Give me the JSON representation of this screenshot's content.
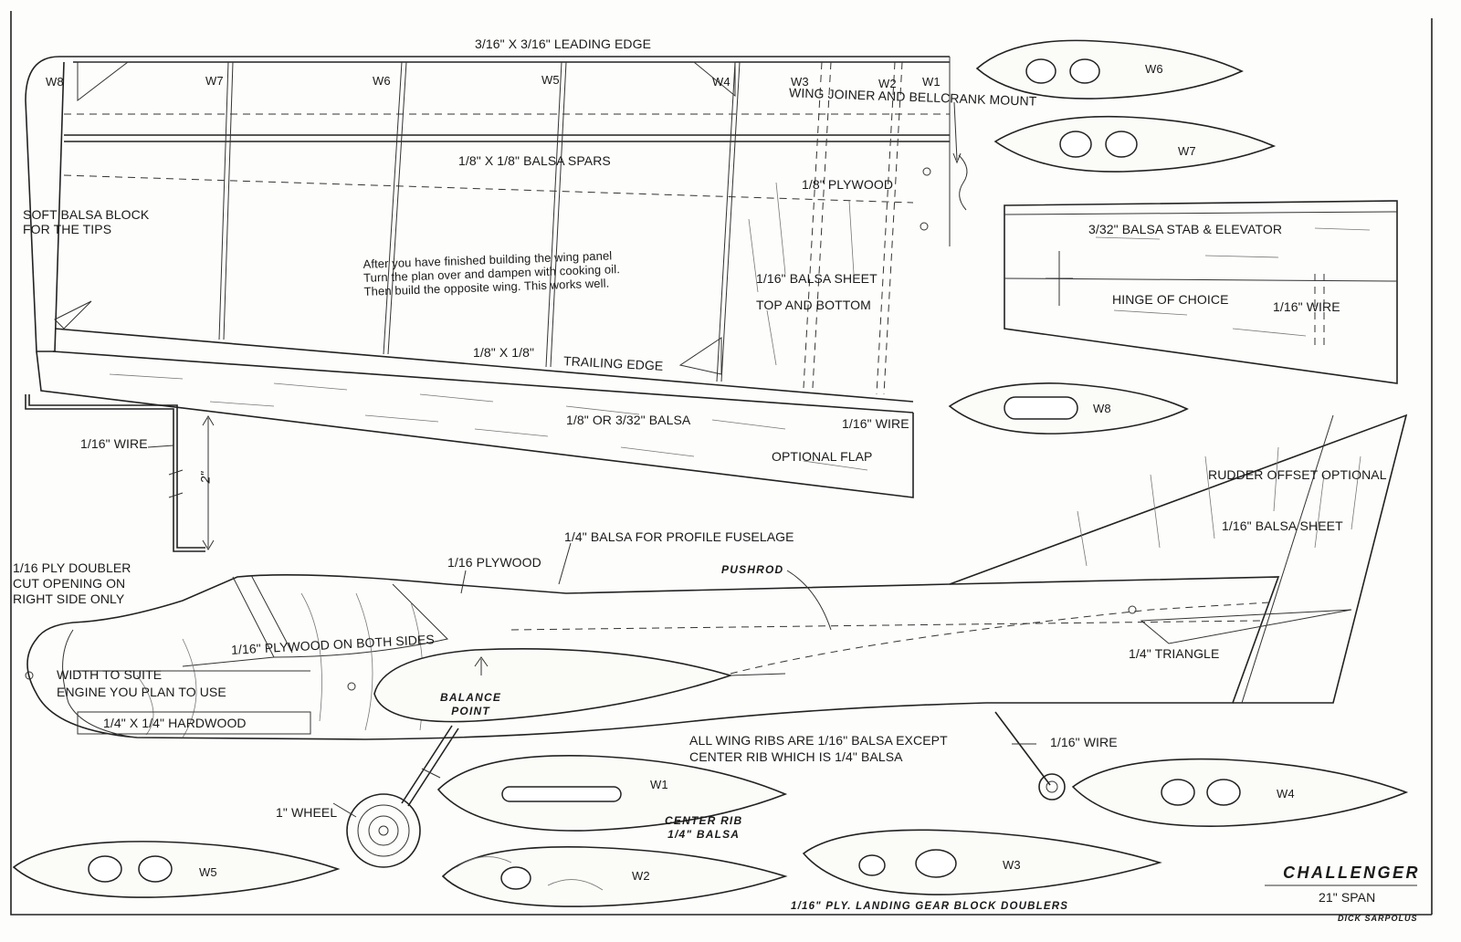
{
  "plan": {
    "wing": {
      "leading_edge": "3/16\" X 3/16\" LEADING EDGE",
      "wing_joiner": "WING JOINER  AND BELLCRANK MOUNT",
      "spars": "1/8\" X 1/8\" BALSA SPARS",
      "plywood": "1/8\" PLYWOOD",
      "tips": "SOFT BALSA BLOCK\nFOR THE TIPS",
      "note": "After you have finished building the wing panel\nTurn the plan over and dampen with cooking oil.\nThen build the opposite wing. This works well.",
      "sheet": "1/16\" BALSA SHEET",
      "top_bottom": "TOP AND BOTTOM",
      "trailing_size": "1/8\" X 1/8\"",
      "trailing_edge": "TRAILING EDGE",
      "flap_balsa": "1/8\" OR 3/32\" BALSA",
      "flap_wire": "1/16\" WIRE",
      "optional_flap": "OPTIONAL FLAP",
      "stations": [
        "W8",
        "W7",
        "W6",
        "W5",
        "W4",
        "W3",
        "W2",
        "W1"
      ]
    },
    "stab": {
      "title": "3/32\" BALSA STAB & ELEVATOR",
      "hinge": "HINGE OF CHOICE",
      "wire": "1/16\" WIRE"
    },
    "gear_wire": {
      "wire": "1/16\" WIRE",
      "height": "2\""
    },
    "fuselage": {
      "profile": "1/4\" BALSA FOR PROFILE FUSELAGE",
      "rudder_offset": "RUDDER OFFSET OPTIONAL",
      "rudder_sheet": "1/16\" BALSA SHEET",
      "ply_doubler": "1/16 PLY DOUBLER\nCUT OPENING ON\nRIGHT SIDE ONLY",
      "ply_16": "1/16 PLYWOOD",
      "pushrod": "PUSHROD",
      "ply_both": "1/16\" PLYWOOD ON BOTH SIDES",
      "width": "WIDTH TO SUITE\nENGINE YOU PLAN TO USE",
      "hardwood": "1/4\" X 1/4\" HARDWOOD",
      "balance": "BALANCE\nPOINT",
      "triangle": "1/4\" TRIANGLE",
      "ribs_note": "ALL WING RIBS ARE 1/16\" BALSA EXCEPT\nCENTER RIB WHICH IS 1/4\" BALSA",
      "tail_wire": "1/16\" WIRE",
      "wheel": "1\" WHEEL",
      "center_rib": "CENTER RIB\n1/4\" BALSA",
      "gear_doublers": "1/16\" PLY. LANDING GEAR BLOCK DOUBLERS"
    },
    "ribs": {
      "w6": "W6",
      "w7": "W7",
      "w8": "W8",
      "w1": "W1",
      "w2": "W2",
      "w3": "W3",
      "w4": "W4",
      "w5": "W5"
    },
    "title_block": {
      "name": "CHALLENGER",
      "span": "21\" SPAN",
      "designer": "DICK SARPOLUS"
    }
  }
}
